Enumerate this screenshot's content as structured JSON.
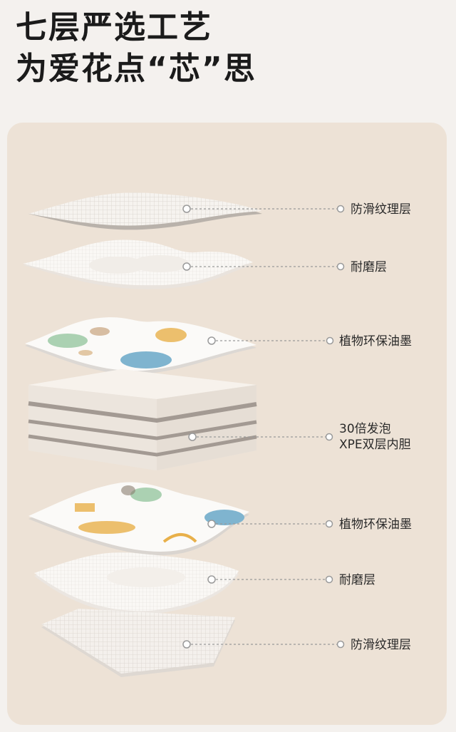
{
  "title": {
    "line1": "七层严选工艺",
    "line2": "为爱花点“芯”思"
  },
  "layers": [
    {
      "label": "防滑纹理层"
    },
    {
      "label": "耐磨层"
    },
    {
      "label": "植物环保油墨"
    },
    {
      "label_line1": "30倍发泡",
      "label_line2": "XPE双层内胆"
    },
    {
      "label": "植物环保油墨"
    },
    {
      "label": "耐磨层"
    },
    {
      "label": "防滑纹理层"
    }
  ],
  "colors": {
    "card": "#ede2d6",
    "foam_light": "#f4eee6",
    "foam_stripe": "#a39a93",
    "print_green": "#9cc9a6",
    "print_blue": "#7fb4cf",
    "print_yellow": "#e8b04a"
  }
}
